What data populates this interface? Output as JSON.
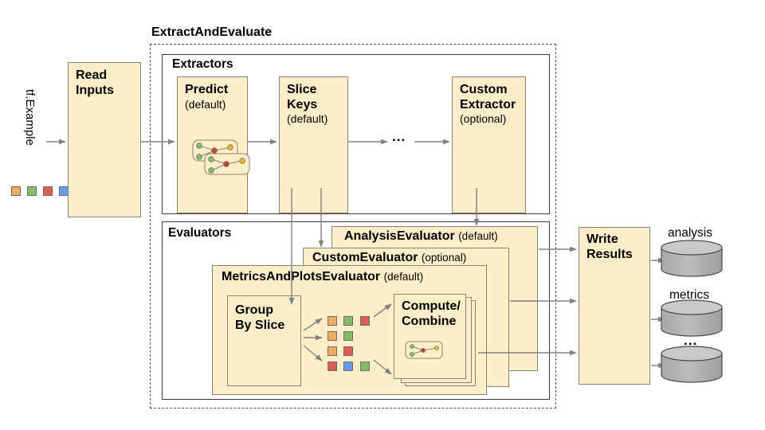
{
  "diagram": {
    "input": {
      "stream_label": "tf.Example",
      "legend_colors": [
        "#f0ad5e",
        "#85bc6a",
        "#dc5b5b",
        "#6699e8"
      ]
    },
    "read_inputs": {
      "title": "Read",
      "title2": "Inputs"
    },
    "extract_and_evaluate": {
      "label": "ExtractAndEvaluate"
    },
    "extractors": {
      "label": "Extractors",
      "nodes": [
        {
          "title": "Predict",
          "qualifier": "(default)"
        },
        {
          "title": "Slice",
          "title2": "Keys",
          "qualifier": "(default)"
        },
        {
          "title": "Custom",
          "title2": "Extractor",
          "qualifier": "(optional)"
        }
      ],
      "ellipsis": "..."
    },
    "evaluators": {
      "label": "Evaluators",
      "analysis_evaluator": {
        "name": "AnalysisEvaluator",
        "qualifier": "(default)"
      },
      "custom_evaluator": {
        "name": "CustomEvaluator",
        "qualifier": "(optional)"
      },
      "metrics_and_plots_evaluator": {
        "name": "MetricsAndPlotsEvaluator",
        "qualifier": "(default)",
        "group_by_slice": {
          "title": "Group",
          "title2": "By Slice"
        },
        "compute_combine": {
          "title": "Compute/",
          "title2": "Combine"
        },
        "slice_rows": [
          [
            "#f0ad5e",
            "#85bc6a",
            "#dc5b5b"
          ],
          [
            "#f0ad5e",
            "#85bc6a"
          ],
          [
            "#f0ad5e",
            "#dc5b5b"
          ],
          [
            "#dc5b5b",
            "#6699e8",
            "#85bc6a"
          ]
        ]
      }
    },
    "write_results": {
      "title": "Write",
      "title2": "Results"
    },
    "outputs": [
      {
        "label": "analysis"
      },
      {
        "label": "metrics"
      },
      {
        "label": "..."
      }
    ],
    "colors": {
      "node_fill": "#fdedc9",
      "node_stroke": "#8a8170",
      "container_stroke": "#3b3b3b",
      "dashed_stroke": "#4a4a4a",
      "arrow": "#808080",
      "cylinder_fill": "#b0b0b0",
      "cylinder_top": "#c7c7c7"
    }
  }
}
